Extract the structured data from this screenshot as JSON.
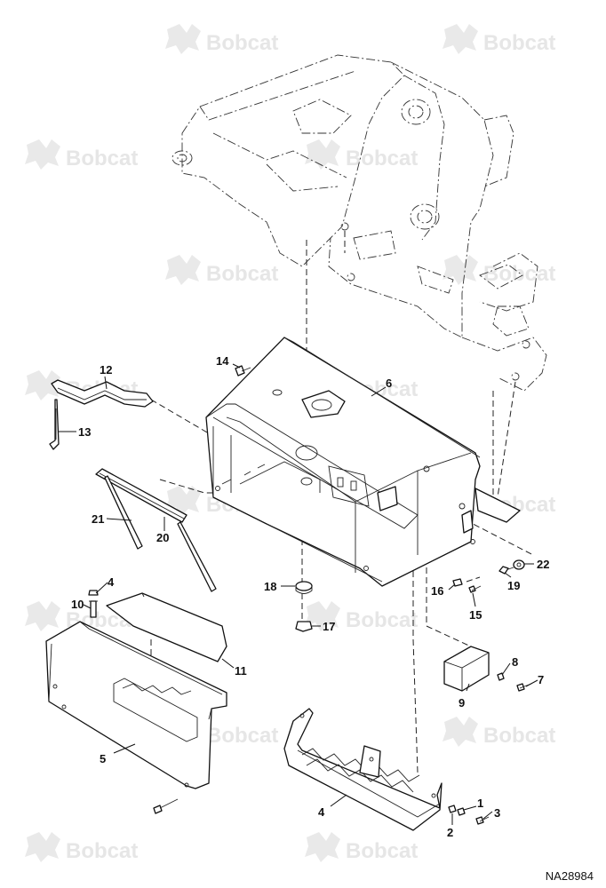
{
  "watermark": {
    "brand": "Bobcat"
  },
  "drawing_number": "NA28984",
  "callouts": [
    "1",
    "2",
    "3",
    "4",
    "4",
    "5",
    "6",
    "7",
    "8",
    "9",
    "10",
    "11",
    "12",
    "13",
    "14",
    "15",
    "16",
    "17",
    "18",
    "19",
    "20",
    "21",
    "22"
  ]
}
